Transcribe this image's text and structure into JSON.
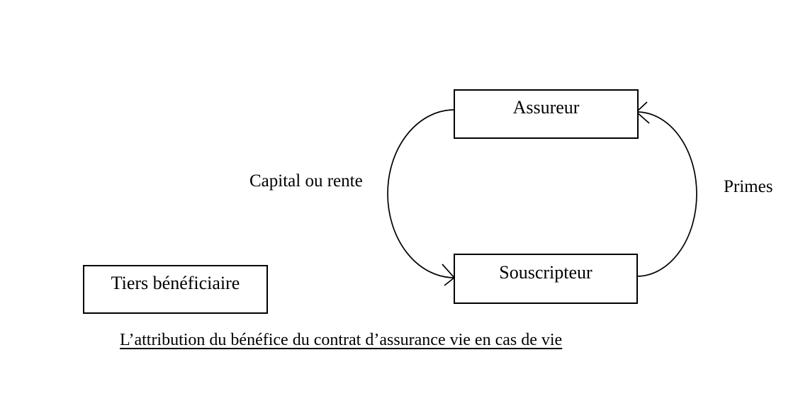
{
  "diagram": {
    "boxes": [
      {
        "id": "assureur",
        "label": "Assureur"
      },
      {
        "id": "souscripteur",
        "label": "Souscripteur"
      },
      {
        "id": "tiers-beneficiaire",
        "label": "Tiers bénéficiaire"
      }
    ],
    "flows": [
      {
        "id": "capital",
        "label": "Capital ou rente",
        "from": "Assureur",
        "to": "Souscripteur",
        "side": "left"
      },
      {
        "id": "primes",
        "label": "Primes",
        "from": "Souscripteur",
        "to": "Assureur",
        "side": "right"
      }
    ],
    "caption": "L’attribution du bénéfice du contrat d’assurance vie en cas de vie",
    "colors": {
      "line": "#000000",
      "text": "#000000",
      "background": "#ffffff"
    }
  }
}
